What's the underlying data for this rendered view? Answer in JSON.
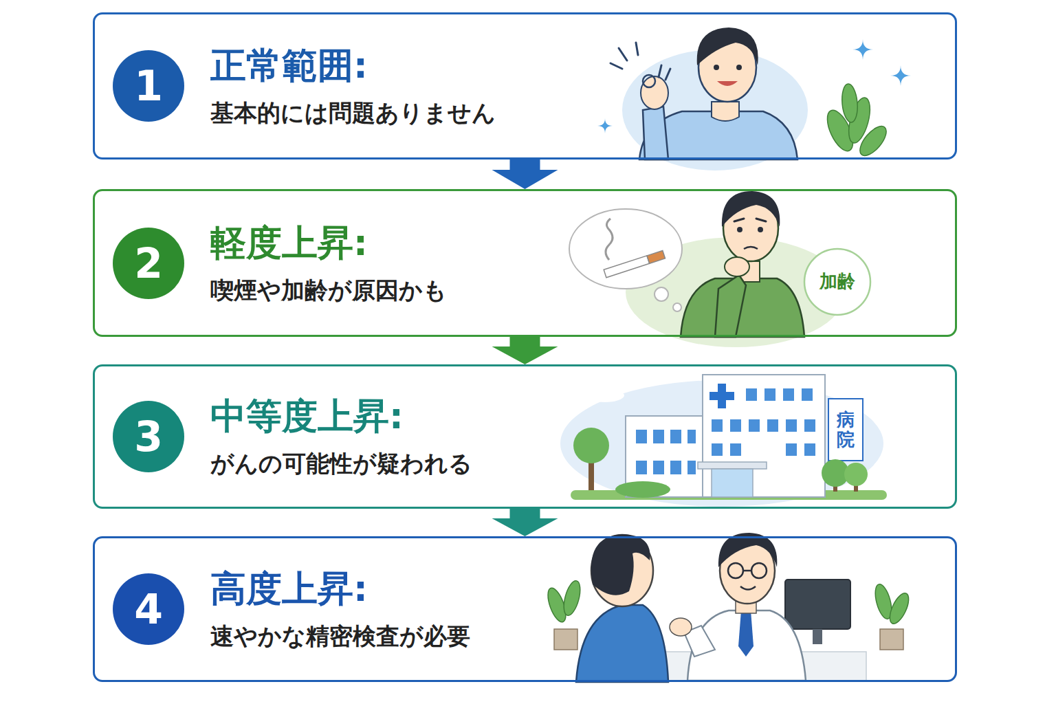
{
  "diagram": {
    "nodes": [
      {
        "text": [
          "正常範囲:",
          "基本的には問題ありません"
        ]
      },
      {
        "text": [
          "1"
        ],
        "in": 0
      },
      {
        "text": [
          "軽度上昇:",
          "喫煙や加齢が原因かも"
        ]
      },
      {
        "text": [
          "2"
        ],
        "in": 2
      },
      {
        "text": [
          "中等度上昇:",
          "がんの可能性が疑われる"
        ]
      },
      {
        "text": [
          "3"
        ],
        "in": 4
      },
      {
        "text": [
          "高度上昇:",
          "速やかな精密検査が必要"
        ]
      },
      {
        "text": [
          "4"
        ],
        "in": 6
      }
    ],
    "edges": [
      {
        "from": 0,
        "to": 2,
        "arrow": "to"
      },
      {
        "from": 2,
        "to": 4,
        "arrow": "to"
      },
      {
        "from": 4,
        "to": 6,
        "arrow": "to"
      }
    ],
    "labels": [
      "加齢",
      "病院"
    ]
  }
}
